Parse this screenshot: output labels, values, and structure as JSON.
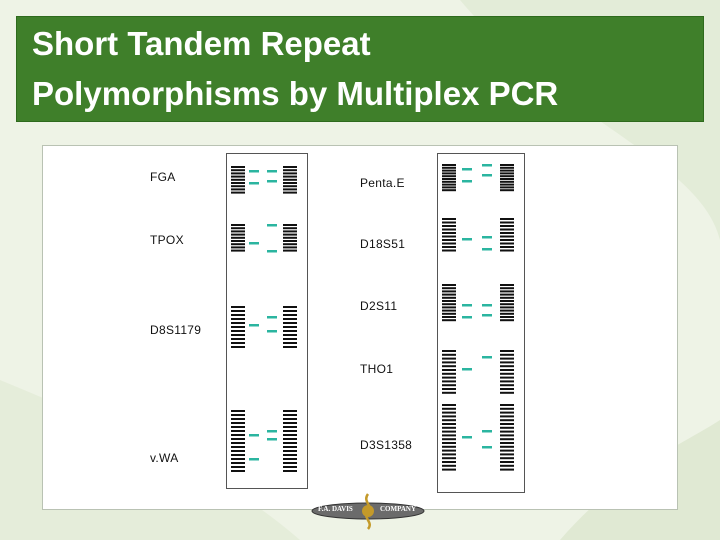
{
  "title": {
    "line1": "Short Tandem Repeat",
    "line2": "Polymorphisms by Multiplex PCR"
  },
  "colors": {
    "title_bg": "#3f7f2a",
    "band_dark": "#111111",
    "band_allele": "#2bb5a0",
    "background": "#eef3e6"
  },
  "loci_left": [
    {
      "name": "FGA"
    },
    {
      "name": "TPOX"
    },
    {
      "name": "D8S1179"
    },
    {
      "name": "v.WA"
    }
  ],
  "loci_right": [
    {
      "name": "Penta.E"
    },
    {
      "name": "D18S51"
    },
    {
      "name": "D2S11"
    },
    {
      "name": "THO1"
    },
    {
      "name": "D3S1358"
    }
  ],
  "logo": {
    "left": "F.A. DAVIS",
    "right": "COMPANY"
  }
}
